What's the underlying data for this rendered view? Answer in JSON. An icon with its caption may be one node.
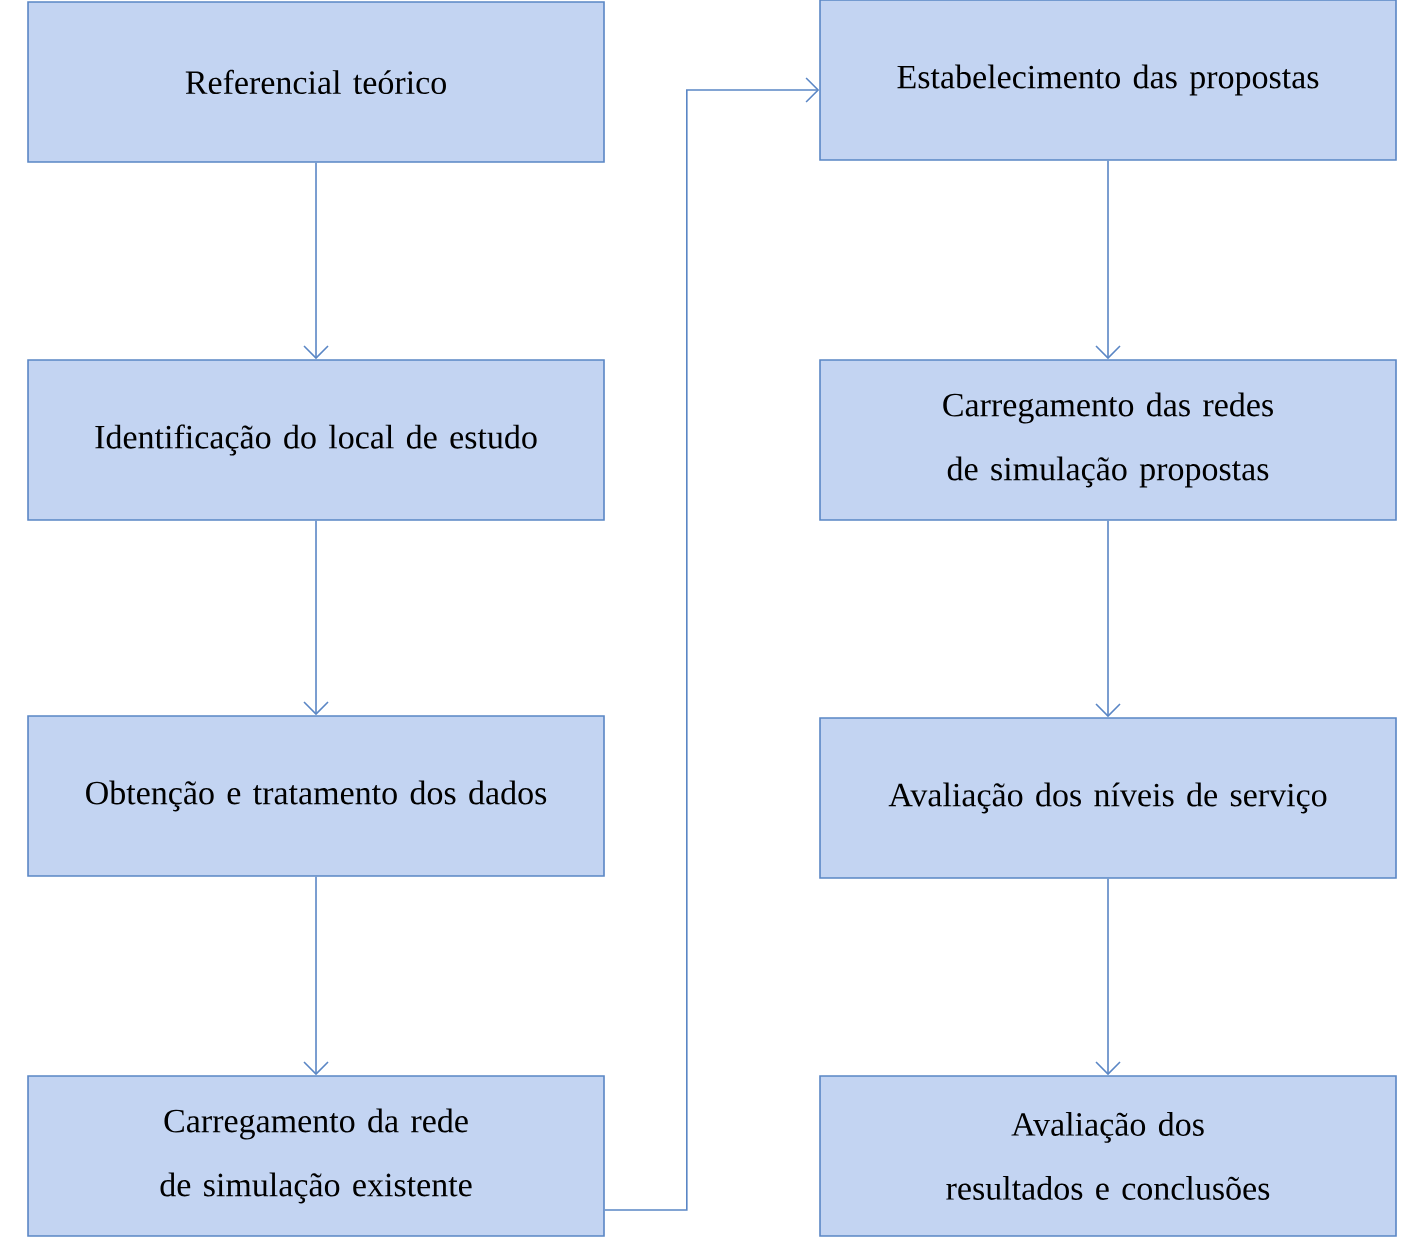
{
  "diagram": {
    "nodes": [
      {
        "text": [
          "Referencial teórico"
        ]
      },
      {
        "text": [
          "Identificação do local de estudo"
        ]
      },
      {
        "text": [
          "Obtenção e tratamento dos dados"
        ]
      },
      {
        "text": [
          "Carregamento da rede de simulação existente"
        ]
      },
      {
        "text": [
          "Estabelecimento das propostas"
        ]
      },
      {
        "text": [
          "Carregamento das redes de simulação propostas"
        ]
      },
      {
        "text": [
          "Avaliação dos níveis de serviço"
        ]
      },
      {
        "text": [
          "Avaliação dos resultados e conclusões"
        ]
      }
    ],
    "edges": [
      {
        "from": 0,
        "to": 1,
        "arrow": "to"
      },
      {
        "from": 1,
        "to": 2,
        "arrow": "to"
      },
      {
        "from": 2,
        "to": 3,
        "arrow": "to"
      },
      {
        "from": 3,
        "to": 4,
        "arrow": "to"
      },
      {
        "from": 4,
        "to": 5,
        "arrow": "to"
      },
      {
        "from": 5,
        "to": 6,
        "arrow": "to"
      },
      {
        "from": 6,
        "to": 7,
        "arrow": "to"
      }
    ]
  }
}
